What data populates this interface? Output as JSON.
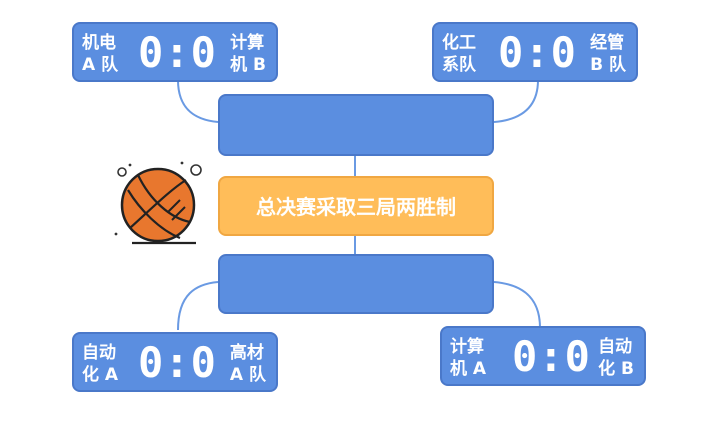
{
  "matches": [
    {
      "team_left": "机电\nA 队",
      "score": "0:0",
      "team_right": "计算\n机 B"
    },
    {
      "team_left": "化工\n系队",
      "score": "0:0",
      "team_right": "经管\nB 队"
    },
    {
      "team_left": "自动\n化 A",
      "score": "0:0",
      "team_right": "高材\nA 队"
    },
    {
      "team_left": "计算\n机 A",
      "score": "0:0",
      "team_right": "自动\n化 B"
    }
  ],
  "final": {
    "label": "总决赛采取三局两胜制"
  },
  "colors": {
    "card": "#5b8ee0",
    "final": "#ffbd59",
    "ball": "#e8772e",
    "line": "#5b8ee0"
  },
  "icons": {
    "ball": "basketball-icon"
  }
}
